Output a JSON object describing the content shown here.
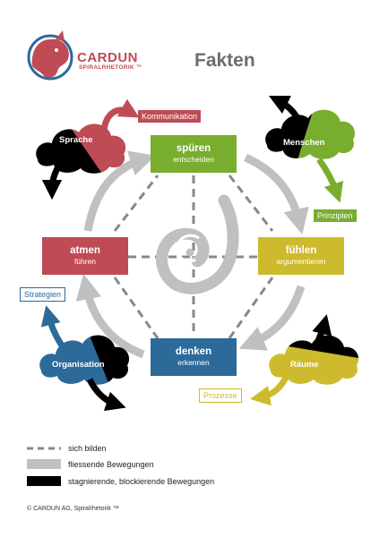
{
  "header": {
    "logo_text": "CARDUN",
    "logo_subtext": "SPIRALRHETORIK ™",
    "title": "Fakten"
  },
  "boxes": {
    "spueren": {
      "title": "spüren",
      "subtitle": "entscheiden"
    },
    "fuehlen": {
      "title": "fühlen",
      "subtitle": "argumentieren"
    },
    "denken": {
      "title": "denken",
      "subtitle": "erkennen"
    },
    "atmen": {
      "title": "atmen",
      "subtitle": "führen"
    }
  },
  "clouds": {
    "sprache": "Sprache",
    "menschen": "Menschen",
    "organisation": "Organisation",
    "raeume": "Räume"
  },
  "tags": {
    "kommunikation": "Kommunikation",
    "prinzipien": "Prinzipien",
    "strategien": "Strategien",
    "prozesse": "Prozesse"
  },
  "legend": {
    "dashed": "sich bilden",
    "flowing": "fliessende Bewegungen",
    "blocking": "stagnierende, blockierende Bewegungen"
  },
  "footer": {
    "copyright": "© CARDUN AG, Spiralrhetorik ™"
  },
  "colors": {
    "red": "#bf4b55",
    "green": "#79ad2e",
    "yellow": "#cdbb2d",
    "blue": "#2c6a9a",
    "gray": "#c0c0c0",
    "dash_gray": "#888888",
    "black": "#000000"
  }
}
